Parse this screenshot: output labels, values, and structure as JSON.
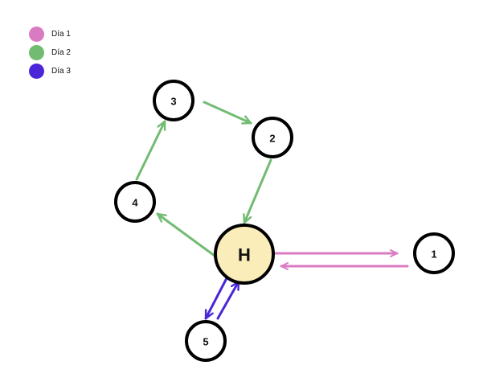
{
  "legend": [
    {
      "label": "Día 1",
      "color": "#d97bc2"
    },
    {
      "label": "Día 2",
      "color": "#72bb72"
    },
    {
      "label": "Día 3",
      "color": "#4b26d9"
    }
  ],
  "nodes": {
    "hub": {
      "label": "H",
      "fill": "#fbedba"
    },
    "n1": {
      "label": "1"
    },
    "n2": {
      "label": "2"
    },
    "n3": {
      "label": "3"
    },
    "n4": {
      "label": "4"
    },
    "n5": {
      "label": "5"
    }
  }
}
